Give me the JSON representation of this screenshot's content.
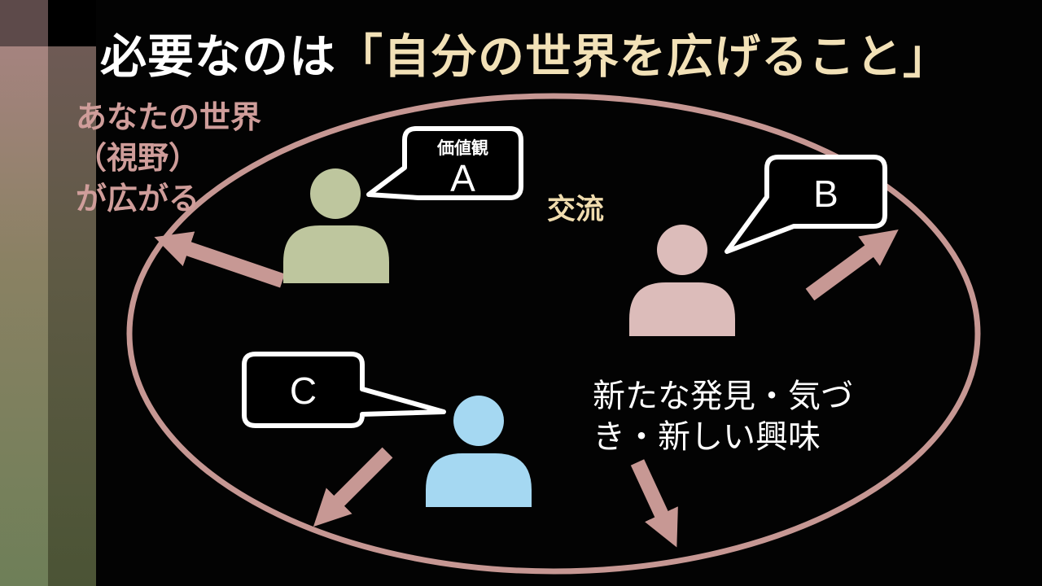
{
  "slide": {
    "title": {
      "prefix": "必要なのは",
      "highlight": "「自分の世界を広げること」"
    },
    "left_note": "あなたの世界\n（視野）\nが広がる",
    "interaction_label": "交流",
    "discovery_note": "新たな発見・気づ\nき・新しい興味",
    "bubbles": {
      "a": {
        "caption": "価値観",
        "label": "A"
      },
      "b": {
        "label": "B"
      },
      "c": {
        "label": "C"
      }
    },
    "icons": {
      "person_a": "person-bust-icon",
      "person_b": "person-bust-icon",
      "person_c": "person-bust-icon",
      "arrows": "outward-expansion-arrow-icon",
      "ellipse": "world-boundary-ellipse"
    }
  },
  "colors": {
    "background": "#030303",
    "title_text": "#ffffff",
    "title_highlight": "#f2e1b7",
    "rose_text": "#cf9d9a",
    "cream_text": "#f0dcae",
    "white_text": "#ffffff",
    "ellipse_stroke": "#c69793",
    "arrow": "#c79894",
    "person_a": "#bec69e",
    "person_b": "#dcbcba",
    "person_c": "#a5d8f2",
    "bubble_border": "#ffffff",
    "bubble_fill": "#000000",
    "stripe_top": "#a5837f",
    "stripe_bottom": "#6e7f58"
  }
}
